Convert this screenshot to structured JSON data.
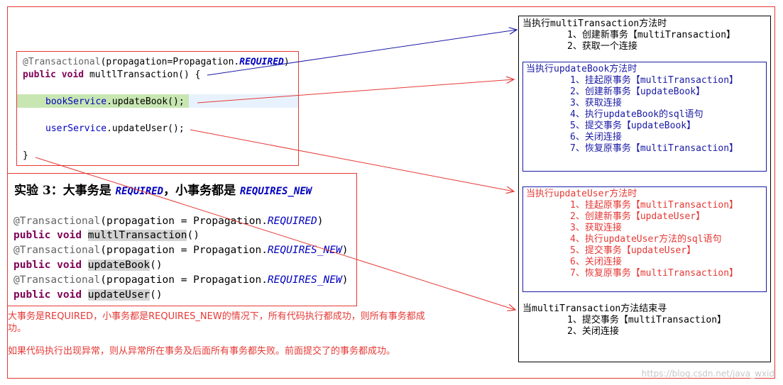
{
  "code": {
    "annotation": "@Transactional",
    "propagation_prefix": "(propagation=Propagation.",
    "propagation_const": "REQUIRED",
    "propagation_suffix": ")",
    "kw_public": "public",
    "kw_void": "void",
    "method_sig": "multlTransaction() {",
    "book_call_field": "bookService",
    "book_call_method": ".updateBook();",
    "user_call_field": "userService",
    "user_call_method": ".updateUser();",
    "closing_brace": "}"
  },
  "experiment": {
    "title_prefix": "实验 3：大事务是 ",
    "title_const1": "REQUIRED",
    "title_mid": "，小事务都是 ",
    "title_const2": "REQUIRES_NEW",
    "lines": [
      {
        "anno": "@Transactional",
        "mid": "(propagation = Propagation.",
        "const": "REQUIRED",
        "end": ")"
      },
      {
        "kw1": "public",
        "kw2": "void",
        "method": "multlTransaction",
        "paren": "()"
      },
      {
        "anno": "@Transactional",
        "mid": "(propagation = Propagation.",
        "const": "REQUIRES_NEW",
        "end": ")"
      },
      {
        "kw1": "public",
        "kw2": "void",
        "method": "updateBook",
        "paren": "()"
      },
      {
        "anno": "@Transactional",
        "mid": "(propagation = Propagation.",
        "const": "REQUIRES_NEW",
        "end": ")"
      },
      {
        "kw1": "public",
        "kw2": "void",
        "method": "updateUser",
        "paren": "()"
      }
    ]
  },
  "notes": {
    "note1": "大事务是REQUIRED，小事务都是REQUIRES_NEW的情况下，所有代码执行都成功，则所有事务都成功。",
    "note2": "如果代码执行出现异常，则从异常所在事务及后面所有事务都失败。前面提交了的事务都成功。"
  },
  "right": {
    "multi_start": {
      "title": "当执行multiTransaction方法时",
      "steps": [
        "1、创建新事务【multiTransaction】",
        "2、获取一个连接"
      ]
    },
    "update_book": {
      "title": "当执行updateBook方法时",
      "steps": [
        "1、挂起原事务【multiTransaction】",
        "2、创建新事务【updateBook】",
        "3、获取连接",
        "4、执行updateBook的sql语句",
        "5、提交事务【updateBook】",
        "6、关闭连接",
        "7、恢复原事务【multiTransaction】"
      ]
    },
    "update_user": {
      "title": "当执行updateUser方法时",
      "steps": [
        "1、挂起原事务【multiTransaction】",
        "2、创建新事务【updateUser】",
        "3、获取连接",
        "4、执行updateUser方法的sql语句",
        "5、提交事务【updateUser】",
        "6、关闭连接",
        "7、恢复原事务【multiTransaction】"
      ]
    },
    "multi_end": {
      "title": "当multiTransaction方法结束寻",
      "steps": [
        "1、提交事务【multiTransaction】",
        "2、关闭连接"
      ]
    }
  },
  "watermark": "https://blog.csdn.net/java_wxid",
  "colors": {
    "red": "#e53935",
    "blue": "#1a1aa6",
    "keyword": "#7f0055",
    "constant": "#0000c0"
  }
}
